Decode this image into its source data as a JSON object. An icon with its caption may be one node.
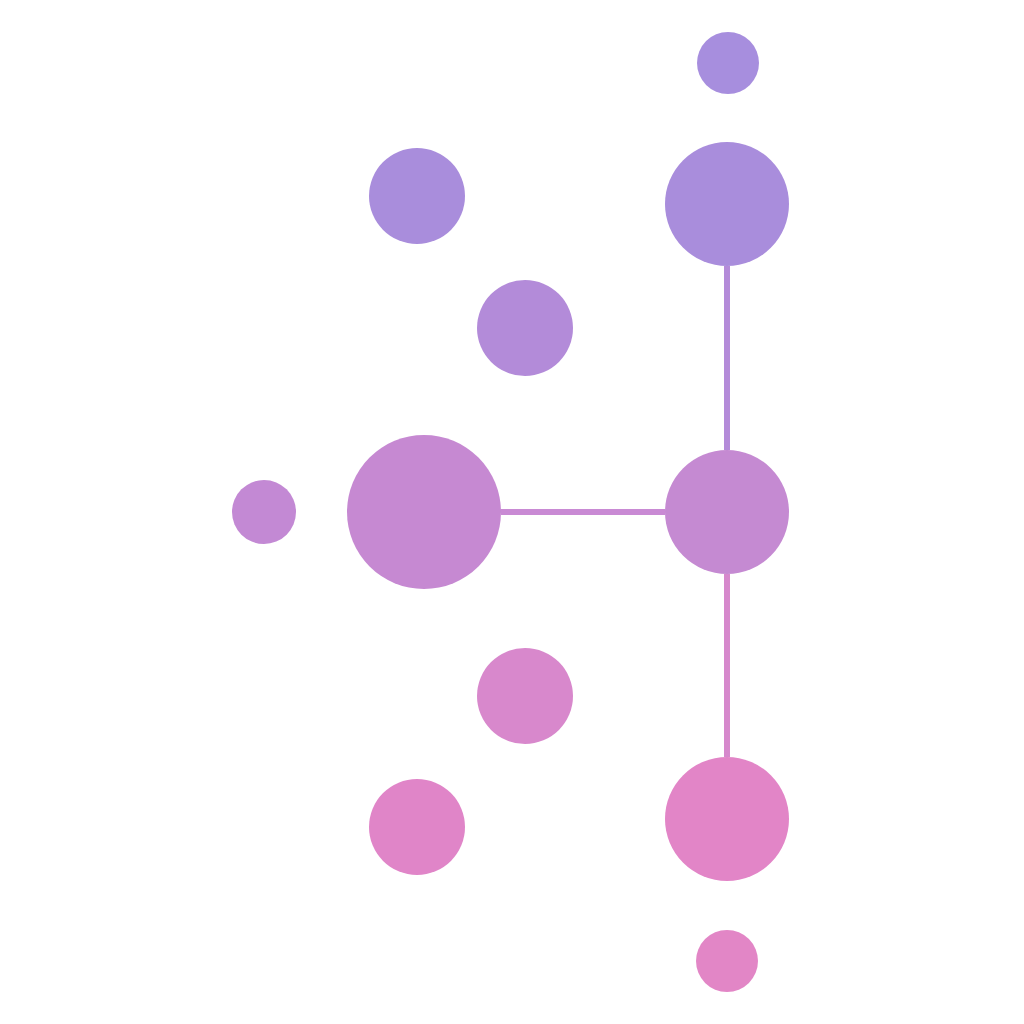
{
  "diagram": {
    "nodes": [
      {
        "text": [],
        "shape": "circle"
      },
      {
        "text": [],
        "shape": "circle"
      },
      {
        "text": [],
        "shape": "circle"
      },
      {
        "text": [],
        "shape": "circle"
      },
      {
        "text": [],
        "shape": "circle"
      },
      {
        "text": [],
        "shape": "circle"
      },
      {
        "text": [],
        "shape": "circle"
      },
      {
        "text": [],
        "shape": "circle"
      },
      {
        "text": [],
        "shape": "circle"
      },
      {
        "text": [],
        "shape": "circle"
      },
      {
        "text": [],
        "shape": "circle"
      }
    ],
    "edges": [
      {
        "from": 2,
        "to": 6,
        "arrow": "none",
        "color": "#b48bd9"
      },
      {
        "from": 5,
        "to": 6,
        "arrow": "none",
        "color": "#c98ad4"
      },
      {
        "from": 6,
        "to": 9,
        "arrow": "none",
        "color": "#d688cc"
      }
    ]
  }
}
